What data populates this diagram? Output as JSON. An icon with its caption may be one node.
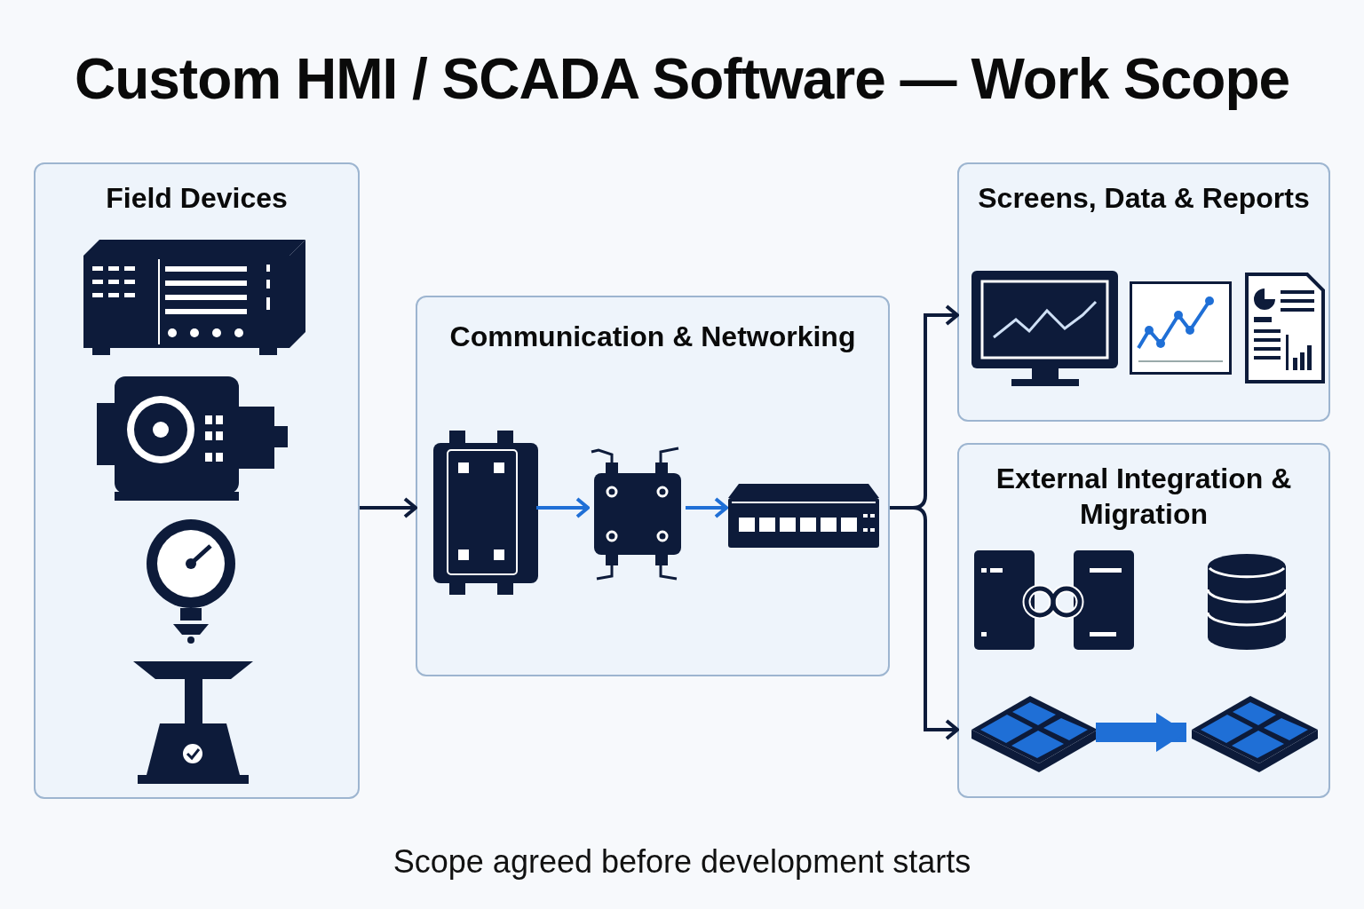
{
  "diagram": {
    "title": "Custom HMI / SCADA Software — Work Scope",
    "caption": "Scope agreed before development starts",
    "nodes": [
      {
        "text": [
          "Field Devices"
        ]
      },
      {
        "text": [
          "Communication & Networking"
        ]
      },
      {
        "text": [],
        "shape": "picture",
        "in": 1
      },
      {
        "text": [],
        "shape": "picture",
        "in": 1
      },
      {
        "text": [],
        "shape": "picture",
        "in": 1
      },
      {
        "text": [
          "Screens, Data & Reports"
        ]
      },
      {
        "text": [
          "External Integration & Migration"
        ]
      },
      {
        "text": [],
        "shape": "picture",
        "in": 6
      },
      {
        "text": [],
        "shape": "picture",
        "in": 6
      }
    ],
    "edges": [
      {
        "from": 0,
        "to": 1,
        "arrow": "to"
      },
      {
        "from": 2,
        "to": 3,
        "arrow": "to",
        "color": "#1f6fd6"
      },
      {
        "from": 3,
        "to": 4,
        "arrow": "to",
        "color": "#1f6fd6"
      },
      {
        "from": 1,
        "to": 5,
        "arrow": "to"
      },
      {
        "from": 1,
        "to": 6,
        "arrow": "to"
      },
      {
        "from": 7,
        "to": 8,
        "arrow": "to",
        "style": "thick",
        "color": "#1f6fd6"
      }
    ]
  }
}
